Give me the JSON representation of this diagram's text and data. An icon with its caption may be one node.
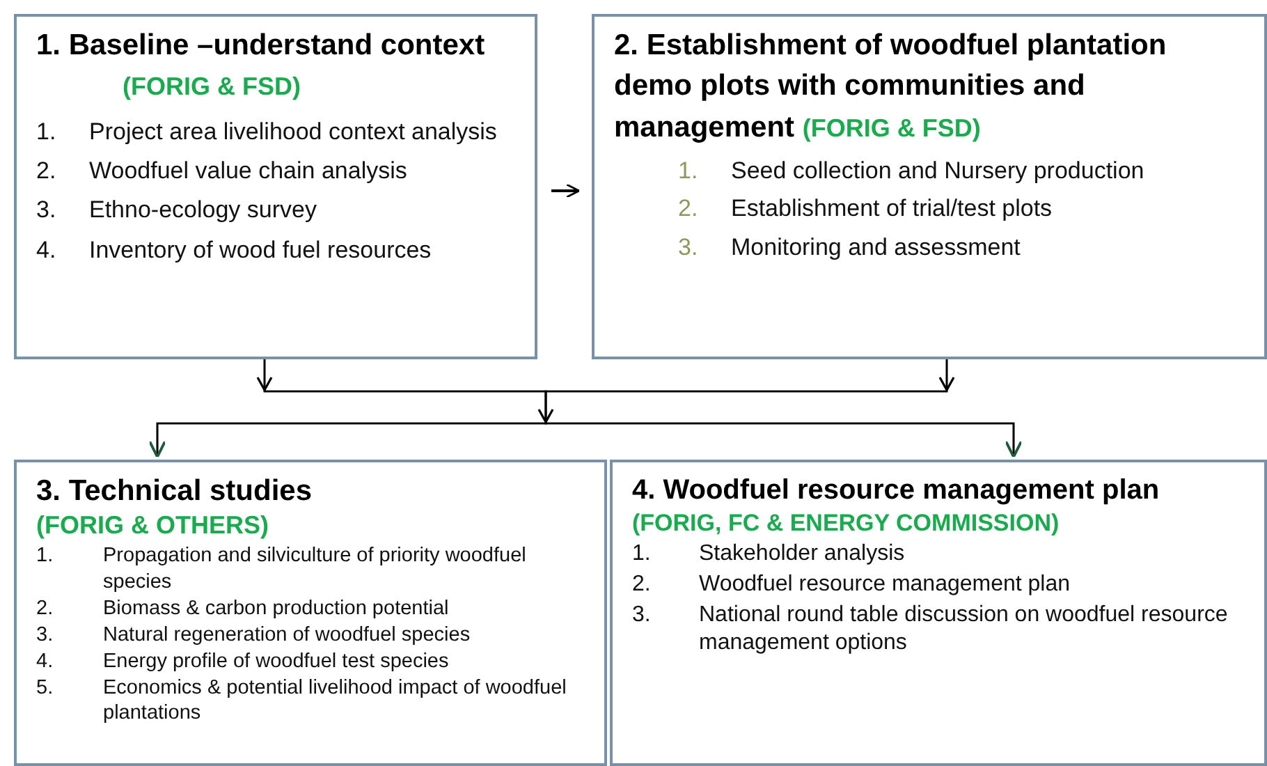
{
  "diagram": {
    "nodes": [
      {
        "text": [
          "1. Baseline –understand context",
          "(FORIG & FSD)",
          "1. Project area livelihood context analysis",
          "2. Woodfuel value chain analysis",
          "3. Ethno-ecology survey",
          "4. Inventory of wood fuel resources"
        ]
      },
      {
        "text": [
          "2. Establishment of woodfuel plantation demo plots with communities and management",
          "(FORIG & FSD)",
          "1. Seed collection and Nursery production",
          "2. Establishment of trial/test plots",
          "3. Monitoring and assessment"
        ]
      },
      {
        "text": [
          "3. Technical studies",
          "(FORIG & OTHERS)",
          "1. Propagation and silviculture of priority woodfuel species",
          "2. Biomass & carbon production potential",
          "3. Natural regeneration of woodfuel species",
          "4. Energy profile of woodfuel test species",
          "5. Economics & potential livelihood impact of woodfuel plantations"
        ]
      },
      {
        "text": [
          "4. Woodfuel resource management plan",
          "(FORIG, FC & ENERGY COMMISSION)",
          "1. Stakeholder analysis",
          "2. Woodfuel resource management plan",
          "3. National round table discussion on woodfuel resource management options"
        ]
      }
    ],
    "edges": [
      {
        "from": 0,
        "to": 1,
        "arrow": "to"
      },
      {
        "from": 0,
        "to": 2,
        "arrow": "to"
      },
      {
        "from": 0,
        "to": 3,
        "arrow": "to"
      },
      {
        "from": 1,
        "to": 2,
        "arrow": "to"
      },
      {
        "from": 1,
        "to": 3,
        "arrow": "to"
      }
    ]
  }
}
